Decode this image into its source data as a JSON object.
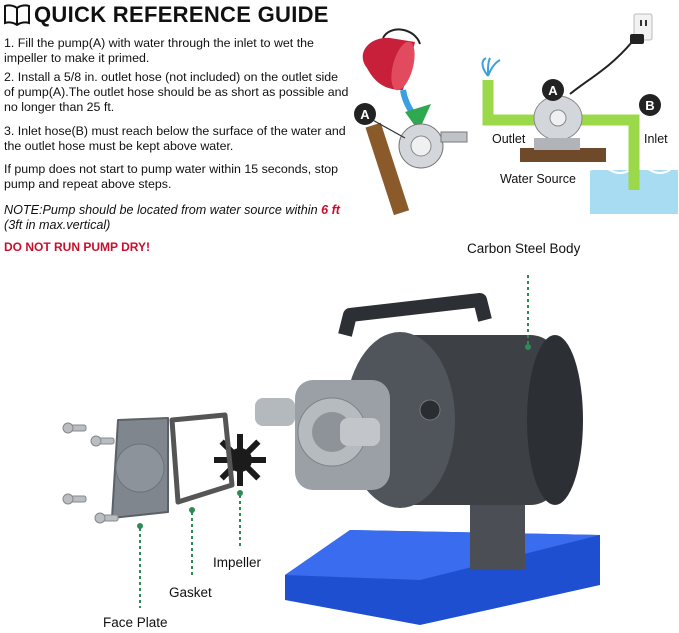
{
  "header": {
    "title": "QUICK REFERENCE GUIDE",
    "icon": "open-book-icon"
  },
  "steps": [
    "1. Fill the pump(A) with water through the inlet to wet the impeller to make it primed.",
    "2. Install a 5/8 in. outlet hose (not included) on the outlet side of pump(A).The outlet hose should be as short as possible and no longer than 25 ft.",
    "3. Inlet hose(B) must reach below the surface of the water and the outlet hose must be kept above water.",
    "If pump does not start to pump water within 15 seconds, stop pump and repeat above steps."
  ],
  "note": {
    "prefix": "NOTE:Pump should be located from water source within ",
    "distance": "6 ft",
    "suffix": " (3ft in max.vertical)"
  },
  "warning": "DO NOT RUN PUMP DRY!",
  "setup_diagram": {
    "badge_a": "A",
    "badge_a2": "A",
    "badge_b": "B",
    "outlet": "Outlet",
    "inlet": "Inlet",
    "water_source": "Water Source"
  },
  "parts": {
    "carbon_steel_body": "Carbon Steel Body",
    "impeller": "Impeller",
    "gasket": "Gasket",
    "face_plate": "Face Plate"
  },
  "colors": {
    "warning_red": "#c8102e",
    "leader_green": "#2e8b57",
    "base_blue": "#1f4fd1",
    "bucket_red": "#c8203a",
    "hose_green": "#9bd84a",
    "water_blue": "#a8dcf2"
  }
}
